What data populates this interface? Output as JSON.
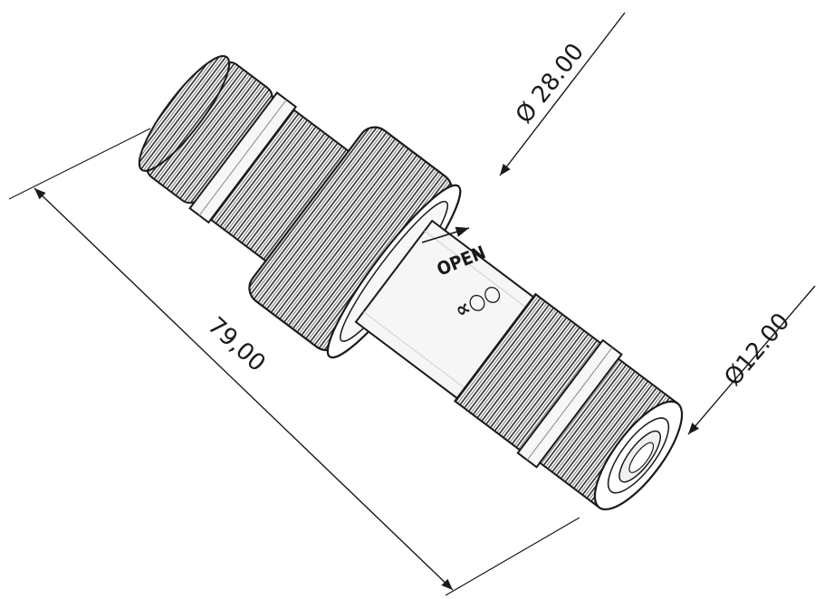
{
  "dimensions": {
    "overall_length": "79,00",
    "outer_diameter": "Ø 28.00",
    "port_diameter": "Ø12.00"
  },
  "engraving": {
    "direction_label": "OPEN",
    "brand_mark": "∝○○"
  },
  "colors": {
    "line": "#1a1a1a",
    "background": "#ffffff",
    "knurl": "#2a2a2a",
    "body": "#f2f2f2"
  }
}
